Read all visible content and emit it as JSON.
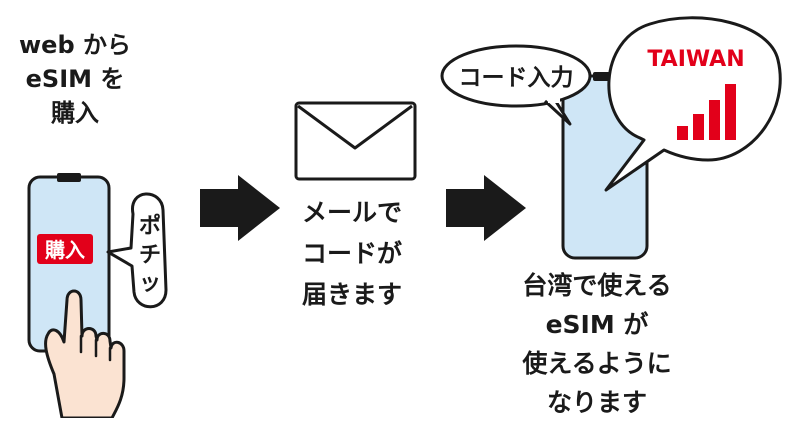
{
  "step1": {
    "lines": [
      "web から",
      "eSIM を",
      "購入"
    ],
    "buy_button": "購入",
    "tap_label": [
      "ポ",
      "チ",
      "ッ"
    ]
  },
  "step2": {
    "lines": [
      "メールで",
      "コードが",
      "届きます"
    ]
  },
  "step3": {
    "code_bubble": "コード入力",
    "region": "TAIWAN",
    "lines": [
      "台湾で使える",
      "eSIM が",
      "使えるように",
      "なります"
    ]
  },
  "colors": {
    "screen": "#cfe6f6",
    "accent": "#e2001a",
    "skin": "#fbe3d2",
    "ink": "#1a1a1a"
  },
  "icons": [
    "phone-icon",
    "hand-pointer-icon",
    "envelope-icon",
    "arrow-right-icon",
    "signal-bars-icon"
  ]
}
